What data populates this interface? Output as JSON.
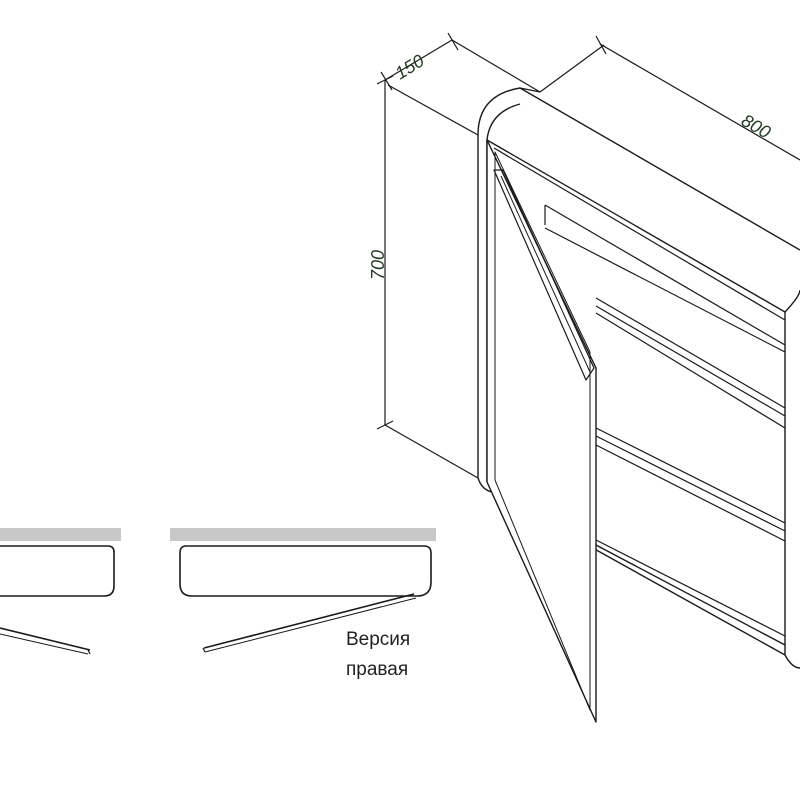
{
  "dimensions": {
    "depth": "150",
    "width": "800",
    "height": "700"
  },
  "version_label": {
    "line1": "Версия",
    "line2": "правая"
  },
  "colors": {
    "line": "#1a1a1a",
    "dimension_text": "#1f3b1f",
    "wall": "#c8c8c8"
  }
}
